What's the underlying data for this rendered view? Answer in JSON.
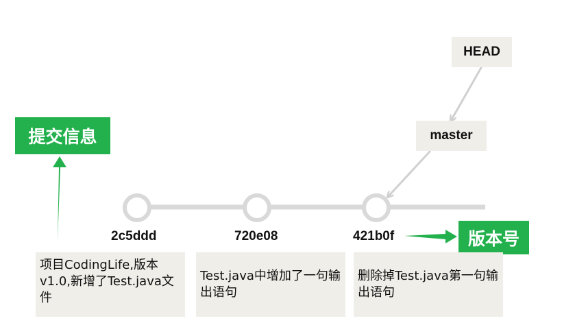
{
  "refs": {
    "head": "HEAD",
    "branch": "master"
  },
  "labels": {
    "commit_info": "提交信息",
    "version_id": "版本号"
  },
  "colors": {
    "accent": "#23b14d",
    "timeline": "#d9d9d9",
    "box_bg": "#efeee9",
    "pointer": "#d0d0d0"
  },
  "commits": [
    {
      "hash": "2c5ddd",
      "message": "项目CodingLife,版本v1.0,新增了Test.java文件"
    },
    {
      "hash": "720e08",
      "message": "Test.java中增加了一句输出语句"
    },
    {
      "hash": "421b0f",
      "message": "删除掉Test.java第一句输出语句"
    }
  ]
}
